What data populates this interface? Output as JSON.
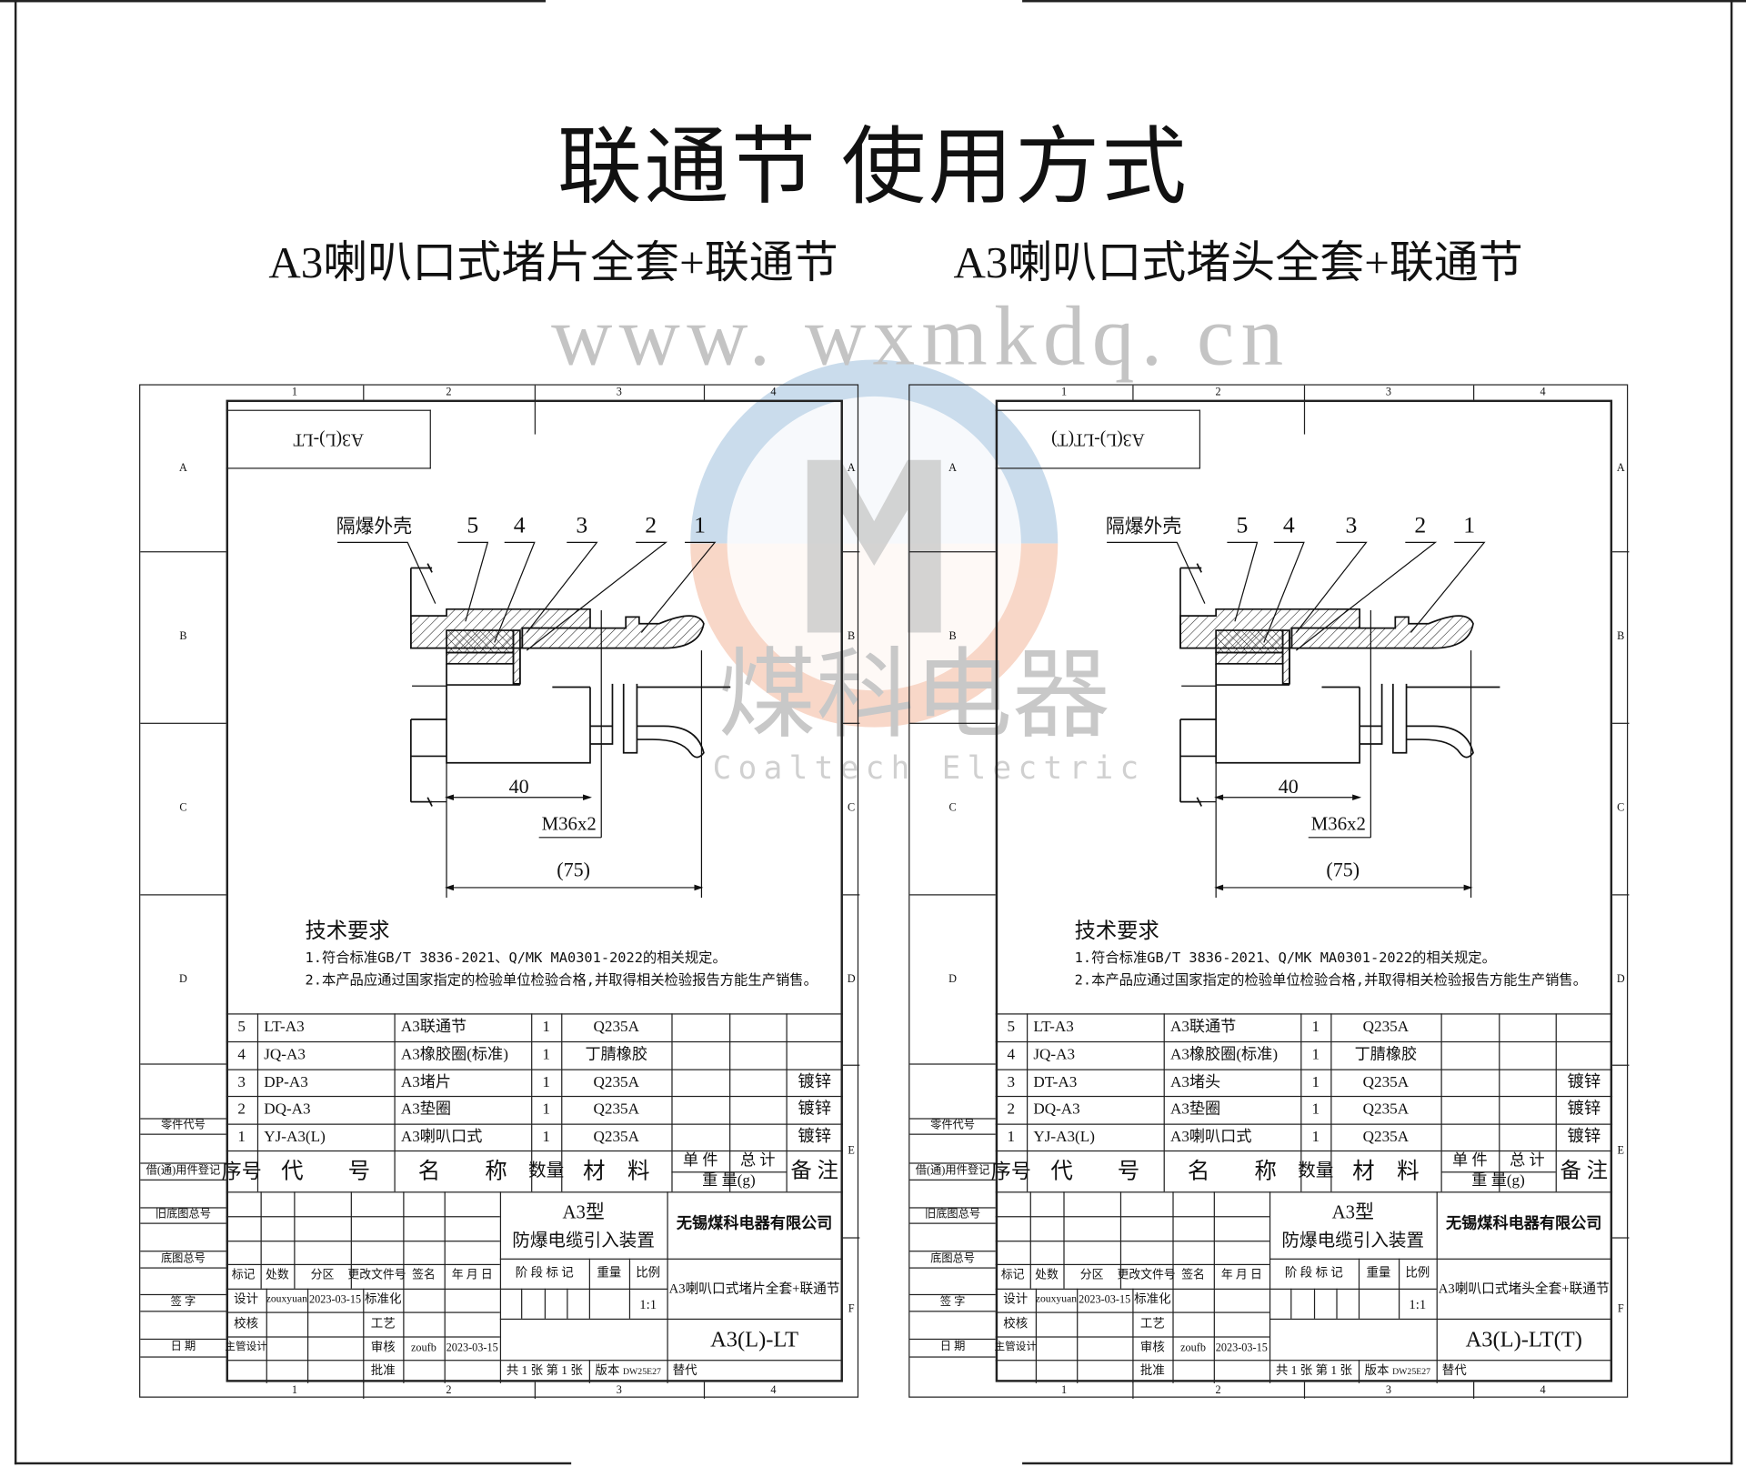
{
  "page": {
    "title": "联通节 使用方式",
    "subtitles": [
      "A3喇叭口式堵片全套+联通节",
      "A3喇叭口式堵头全套+联通节"
    ]
  },
  "watermark": {
    "brand_cn": "煤科电器",
    "brand_en": "Coaltech Electric",
    "url": "www. wxmkdq. cn",
    "logo_colors": [
      "#f3b79a",
      "#9fc0dc",
      "#c9c9c9"
    ]
  },
  "zones": {
    "cols": [
      "1",
      "2",
      "3",
      "4"
    ],
    "rows": [
      "A",
      "B",
      "C",
      "D",
      "E",
      "F"
    ]
  },
  "side_labels": [
    "零件代号",
    "借(通)用件登记",
    "旧底图总号",
    "底图总号",
    "签 字",
    "日 期"
  ],
  "callouts": {
    "housing": "隔爆外壳",
    "numbers": [
      "5",
      "4",
      "3",
      "2",
      "1"
    ]
  },
  "dimensions": {
    "length": "40",
    "thread": "M36x2",
    "overall": "(75)"
  },
  "tech": {
    "heading": "技术要求",
    "lines": [
      "1.符合标准GB/T 3836-2021、Q/MK MA0301-2022的相关规定。",
      "2.本产品应通过国家指定的检验单位检验合格,并取得相关检验报告方能生产销售。"
    ]
  },
  "table_header": {
    "seq": "序号",
    "code": "代　　号",
    "name": "名　　称",
    "qty": "数量",
    "material": "材　料",
    "unit": "单 件",
    "total": "总 计",
    "weight": "重 量(g)",
    "remark": "备 注"
  },
  "title_block": {
    "rev_headers": [
      "标记",
      "处数",
      "分区",
      "更改文件号",
      "签名",
      "年 月 日"
    ],
    "design": "设计",
    "designer": "zouxyuan",
    "design_date": "2023-03-15",
    "standard": "标准化",
    "check": "校核",
    "process": "工艺",
    "chief": "主管设计",
    "review": "审核",
    "reviewer": "zoufb",
    "review_date": "2023-03-15",
    "approve": "批准",
    "product_type": "A3型",
    "product_name": "防爆电缆引入装置",
    "stage": "阶 段 标 记",
    "weight": "重量",
    "scale_label": "比例",
    "scale": "1:1",
    "sheets": "共 1 张  第 1 张",
    "version_label": "版本",
    "version": "DW25E27",
    "company": "无锡煤科电器有限公司",
    "replace": "替代"
  },
  "drawings": [
    {
      "mirror_label": "A3(L)-LT",
      "drawing_name": "A3喇叭口式堵片全套+联通节",
      "drawing_code": "A3(L)-LT",
      "parts": [
        {
          "seq": "5",
          "code": "LT-A3",
          "name": "A3联通节",
          "qty": "1",
          "material": "Q235A",
          "remark": ""
        },
        {
          "seq": "4",
          "code": "JQ-A3",
          "name": "A3橡胶圈(标准)",
          "qty": "1",
          "material": "丁腈橡胶",
          "remark": ""
        },
        {
          "seq": "3",
          "code": "DP-A3",
          "name": "A3堵片",
          "qty": "1",
          "material": "Q235A",
          "remark": "镀锌"
        },
        {
          "seq": "2",
          "code": "DQ-A3",
          "name": "A3垫圈",
          "qty": "1",
          "material": "Q235A",
          "remark": "镀锌"
        },
        {
          "seq": "1",
          "code": "YJ-A3(L)",
          "name": "A3喇叭口式",
          "qty": "1",
          "material": "Q235A",
          "remark": "镀锌"
        }
      ]
    },
    {
      "mirror_label": "A3(L)-LT(T)",
      "drawing_name": "A3喇叭口式堵头全套+联通节",
      "drawing_code": "A3(L)-LT(T)",
      "parts": [
        {
          "seq": "5",
          "code": "LT-A3",
          "name": "A3联通节",
          "qty": "1",
          "material": "Q235A",
          "remark": ""
        },
        {
          "seq": "4",
          "code": "JQ-A3",
          "name": "A3橡胶圈(标准)",
          "qty": "1",
          "material": "丁腈橡胶",
          "remark": ""
        },
        {
          "seq": "3",
          "code": "DT-A3",
          "name": "A3堵头",
          "qty": "1",
          "material": "Q235A",
          "remark": "镀锌"
        },
        {
          "seq": "2",
          "code": "DQ-A3",
          "name": "A3垫圈",
          "qty": "1",
          "material": "Q235A",
          "remark": "镀锌"
        },
        {
          "seq": "1",
          "code": "YJ-A3(L)",
          "name": "A3喇叭口式",
          "qty": "1",
          "material": "Q235A",
          "remark": "镀锌"
        }
      ]
    }
  ]
}
